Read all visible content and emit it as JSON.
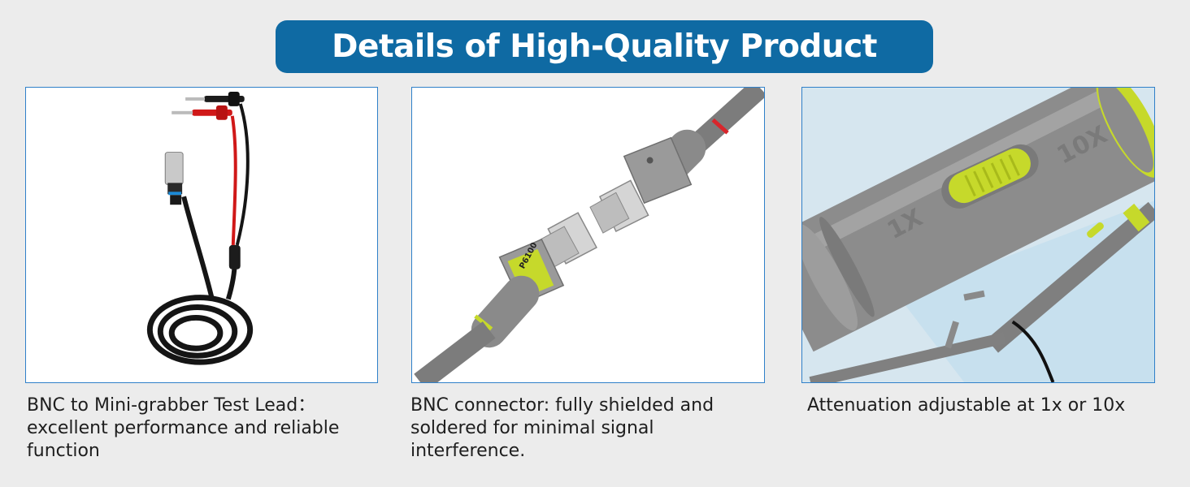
{
  "banner": {
    "title": "Details of High-Quality Product"
  },
  "panels": [
    {
      "caption_lines": [
        "BNC to Mini-grabber Test Lead：",
        "excellent performance and reliable",
        "function"
      ],
      "image_icon": "bnc-test-lead-image"
    },
    {
      "caption_lines": [
        "BNC connector: fully shielded and",
        "soldered for minimal signal",
        "interference."
      ],
      "image_icon": "bnc-connector-image",
      "label_text": "P6100"
    },
    {
      "caption_lines": [
        "Attenuation adjustable at 1x or 10x"
      ],
      "image_icon": "probe-switch-image",
      "switch_labels": [
        "1X",
        "10X"
      ]
    }
  ],
  "colors": {
    "banner": "#0f6aa3",
    "border": "#2f80c9",
    "accent": "#c6d92b",
    "probe_gray": "#8c8c8c",
    "wire_red": "#d01818"
  }
}
